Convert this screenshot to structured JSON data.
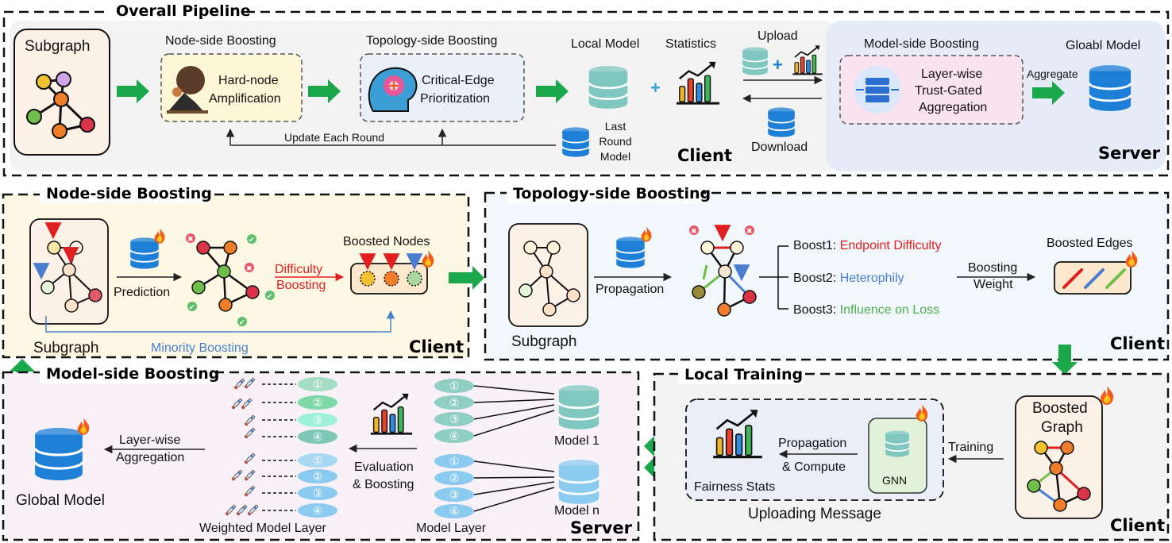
{
  "colors": {
    "green_arrow": "#1aa84a",
    "db_teal": "#7fc7bf",
    "db_blue": "#1e7fd6",
    "db_lightblue": "#8ccbf0",
    "red": "#e02020",
    "blue_text": "#4a7fcf",
    "green_text": "#4caf50",
    "node_orange": "#f07d2a",
    "node_green": "#6fbf4a",
    "node_red": "#d9344a",
    "node_yellow": "#f2c230"
  },
  "overall": {
    "title": "Overall Pipeline",
    "subgraph": "Subgraph",
    "node_side": "Node-side Boosting",
    "hard_node": [
      "Hard-node",
      "Amplification"
    ],
    "topology_side": "Topology-side Boosting",
    "critical_edge": [
      "Critical-Edge",
      "Prioritization"
    ],
    "local_model": "Local Model",
    "statistics": "Statistics",
    "update_each_round": "Update Each Round",
    "last_round": [
      "Last",
      "Round",
      "Model"
    ],
    "client": "Client",
    "upload": "Upload",
    "download": "Download",
    "model_side": "Model-side Boosting",
    "layer_wise": [
      "Layer-wise",
      "Trust-Gated",
      "Aggregation"
    ],
    "aggregate": "Aggregate",
    "global_model": "Gloabl Model",
    "server": "Server",
    "icons": [
      "subgraph-icon",
      "sisyphus-icon",
      "brain-gear-icon",
      "database-icon",
      "bar-chart-icon",
      "server-rack-icon"
    ]
  },
  "node_panel": {
    "title": "Node-side Boosting",
    "prediction": "Prediction",
    "difficulty": [
      "Difficulty",
      "Boosting"
    ],
    "boosted_nodes": "Boosted Nodes",
    "subgraph": "Subgraph",
    "minority": "Minority Boosting",
    "client": "Client"
  },
  "topo_panel": {
    "title": "Topology-side Boosting",
    "propagation": "Propagation",
    "subgraph": "Subgraph",
    "boost1_prefix": "Boost1: ",
    "boost1": "Endpoint Difficulty",
    "boost2_prefix": "Boost2: ",
    "boost2": "Heterophily",
    "boost3_prefix": "Boost3: ",
    "boost3": "Influence on Loss",
    "boosting_weight": [
      "Boosting",
      "Weight"
    ],
    "boosted_edges": "Boosted Edges",
    "client": "Client"
  },
  "model_panel": {
    "title": "Model-side Boosting",
    "layer_agg": [
      "Layer-wise",
      "Aggregation"
    ],
    "global_model": "Global Model",
    "layer_nums": [
      "①",
      "②",
      "③",
      "④"
    ],
    "evaluation": [
      "Evaluation",
      "& Boosting"
    ],
    "model1": "Model 1",
    "modeln": "Model n",
    "weighted_layer": "Weighted Model Layer",
    "model_layer": "Model Layer",
    "server": "Server"
  },
  "local_panel": {
    "title": "Local Training",
    "fairness": "Fairness Stats",
    "prop_compute": [
      "Propagation",
      "& Compute"
    ],
    "gnn": "GNN",
    "uploading": "Uploading Message",
    "training": "Training",
    "boosted_graph": [
      "Boosted",
      "Graph"
    ],
    "client": "Client"
  }
}
